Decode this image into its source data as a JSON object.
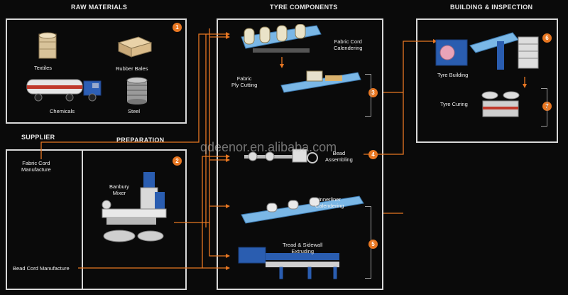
{
  "sections": {
    "raw_materials": "RAW MATERIALS",
    "tyre_components": "TYRE COMPONENTS",
    "building_inspection": "BUILDING & INSPECTION",
    "supplier": "SUPPLIER",
    "preparation": "PREPARATION"
  },
  "raw_materials": {
    "textiles": "Textiles",
    "rubber_bales": "Rubber Bales",
    "chemicals": "Chemicals",
    "steel": "Steel"
  },
  "supplier": {
    "fabric_cord": "Fabric Cord\nManufacture",
    "bead_cord": "Bead Cord Manufacture"
  },
  "preparation": {
    "banbury": "Banbury\nMixer"
  },
  "components": {
    "fabric_calendering": "Fabric Cord\nCalendering",
    "ply_cutting": "Fabric\nPly Cutting",
    "bead_assembling": "Bead\nAssembling",
    "innerliner": "Innerliner\nCalendering",
    "tread": "Tread & Sidewall\nExtruding"
  },
  "building": {
    "tyre_building": "Tyre Building",
    "tyre_curing": "Tyre Curing"
  },
  "badges": [
    "1",
    "2",
    "3",
    "4",
    "5",
    "6",
    "7"
  ],
  "watermark": "qdeenor.en.alibaba.com",
  "colors": {
    "accent": "#e87722",
    "panel_border": "#d8d8d8",
    "background": "#0a0a0a"
  }
}
